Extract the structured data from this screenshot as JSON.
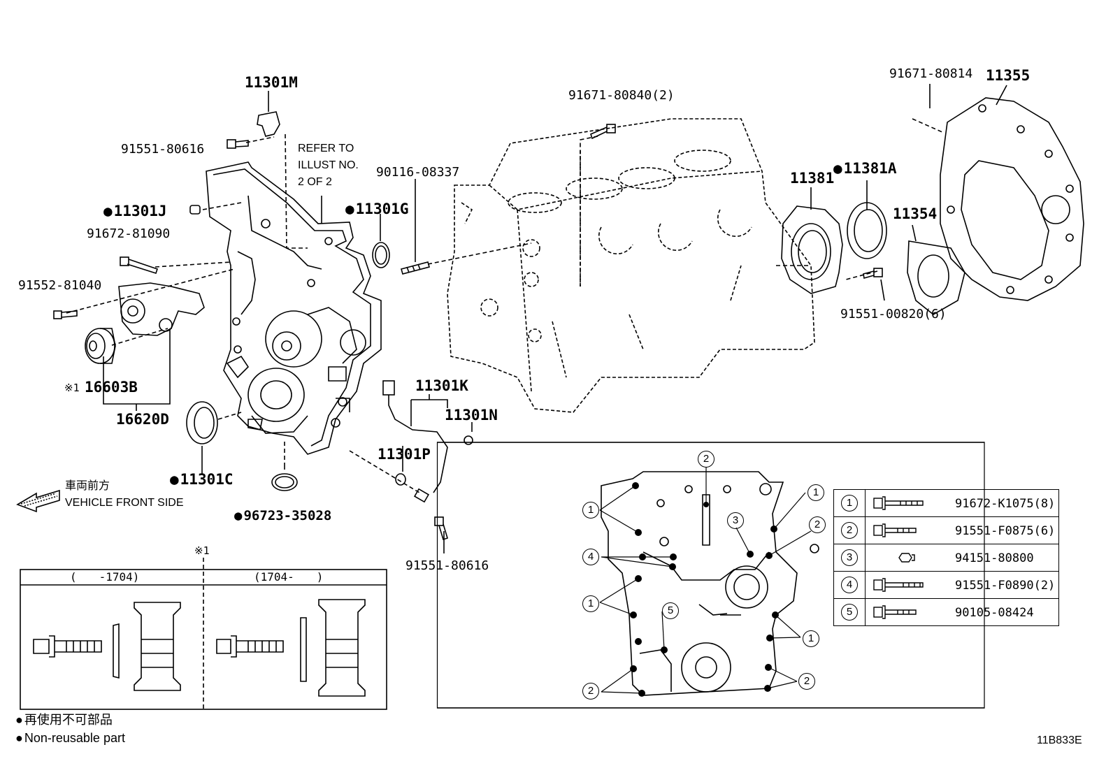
{
  "labels": {
    "p11301M": "11301M",
    "p91551_80616_top": "91551-80616",
    "refer": [
      "REFER TO",
      "ILLUST NO.",
      "2 OF 2"
    ],
    "p11301J": "11301J",
    "p91672_81090": "91672-81090",
    "p91552_81040": "91552-81040",
    "p16603B_mark": "※1",
    "p16603B": "16603B",
    "p16620D": "16620D",
    "p11301G": "11301G",
    "p90116_08337": "90116-08337",
    "p91671_80840": "91671-80840(2)",
    "p11381": "11381",
    "p11381A": "11381A",
    "p91671_80814": "91671-80814",
    "p11355": "11355",
    "p11354": "11354",
    "p91551_00820": "91551-00820(6)",
    "p11301K": "11301K",
    "p11301N": "11301N",
    "p11301P": "11301P",
    "p11301C": "11301C",
    "p96723_35028": "96723-35028",
    "p91551_80616_bottom": "91551-80616",
    "front_jp": "車両前方",
    "front_en": "VEHICLE FRONT SIDE"
  },
  "variant_box": {
    "mark": "※1",
    "left_header": "(　　-1704)",
    "right_header": "(1704-　　)"
  },
  "legend": {
    "jp": "再使用不可部品",
    "en": "Non-reusable part"
  },
  "bolt_table": [
    {
      "no": "1",
      "part": "91672-K1075(8)",
      "icon": "long-bolt-icon"
    },
    {
      "no": "2",
      "part": "91551-F0875(6)",
      "icon": "short-bolt-icon"
    },
    {
      "no": "3",
      "part": "94151-80800",
      "icon": "nut-icon"
    },
    {
      "no": "4",
      "part": "91551-F0890(2)",
      "icon": "long-bolt-icon"
    },
    {
      "no": "5",
      "part": "90105-08424",
      "icon": "short-bolt-icon"
    }
  ],
  "callouts": {
    "c1": "1",
    "c2": "2",
    "c3": "3",
    "c4": "4",
    "c5": "5"
  },
  "diagram_code": "11B833E"
}
